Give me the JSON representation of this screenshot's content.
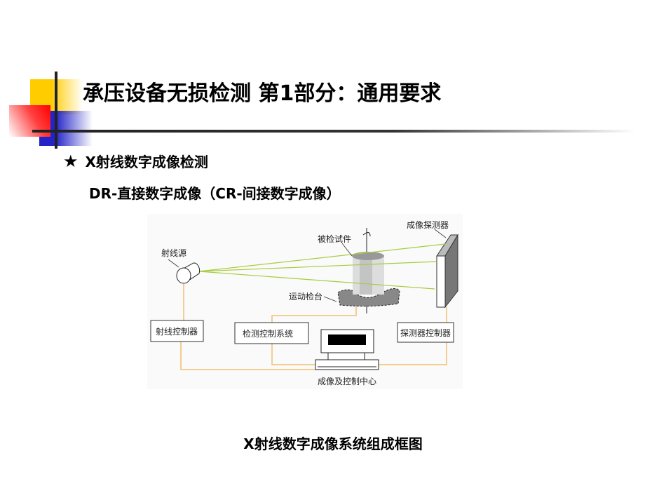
{
  "title": "承压设备无损检测 第1部分：通用要求",
  "bullet": {
    "icon": "star-icon",
    "symbol": "★",
    "text": "X射线数字成像检测"
  },
  "subtitle": "DR-直接数字成像（CR-间接数字成像）",
  "diagram": {
    "source": "射线源",
    "specimen": "被检试件",
    "detector": "成像探测器",
    "stage": "运动检台",
    "ray_controller": "射线控制器",
    "inspection_control": "检测控制系统",
    "detector_controller": "探测器控制器",
    "center": "成像及控制中心"
  },
  "caption": "X射线数字成像系统组成框图",
  "colors": {
    "ray": "#a8cc40",
    "wire": "#f0c070",
    "yellow": "#ffcc00",
    "blue": "#2323c8",
    "red": "#ff0000"
  }
}
